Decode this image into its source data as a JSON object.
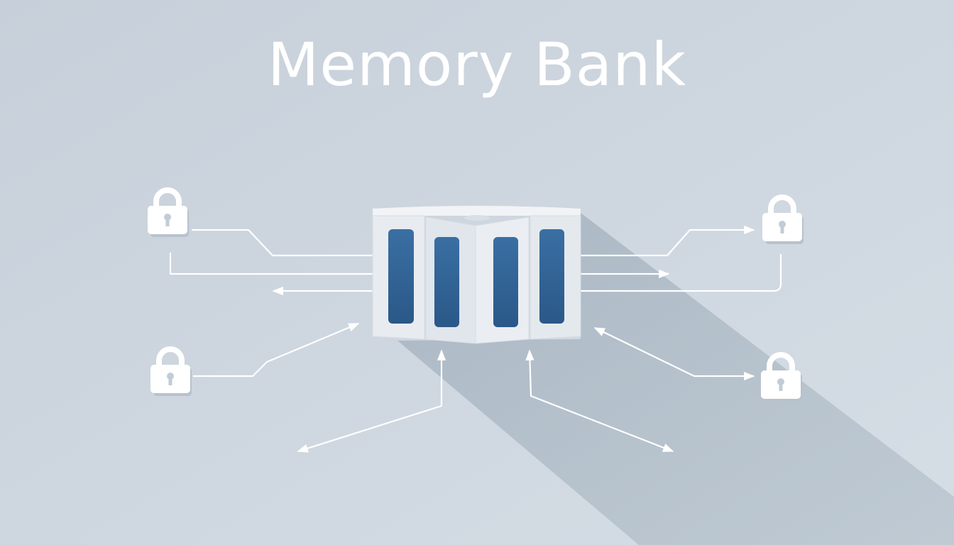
{
  "diagram": {
    "title": "Memory Bank",
    "central_node": {
      "icon": "memory-bank-server-icon",
      "modules": 4
    },
    "peripheral_nodes": [
      {
        "id": "top-left",
        "icon": "padlock-icon"
      },
      {
        "id": "bottom-left",
        "icon": "padlock-icon"
      },
      {
        "id": "top-right",
        "icon": "padlock-icon"
      },
      {
        "id": "bottom-right",
        "icon": "padlock-icon"
      }
    ],
    "colors": {
      "background": "#cdd6df",
      "lines": "#ffffff",
      "module_blue": "#2e5f93",
      "shadow": "#a9b6c2"
    }
  }
}
